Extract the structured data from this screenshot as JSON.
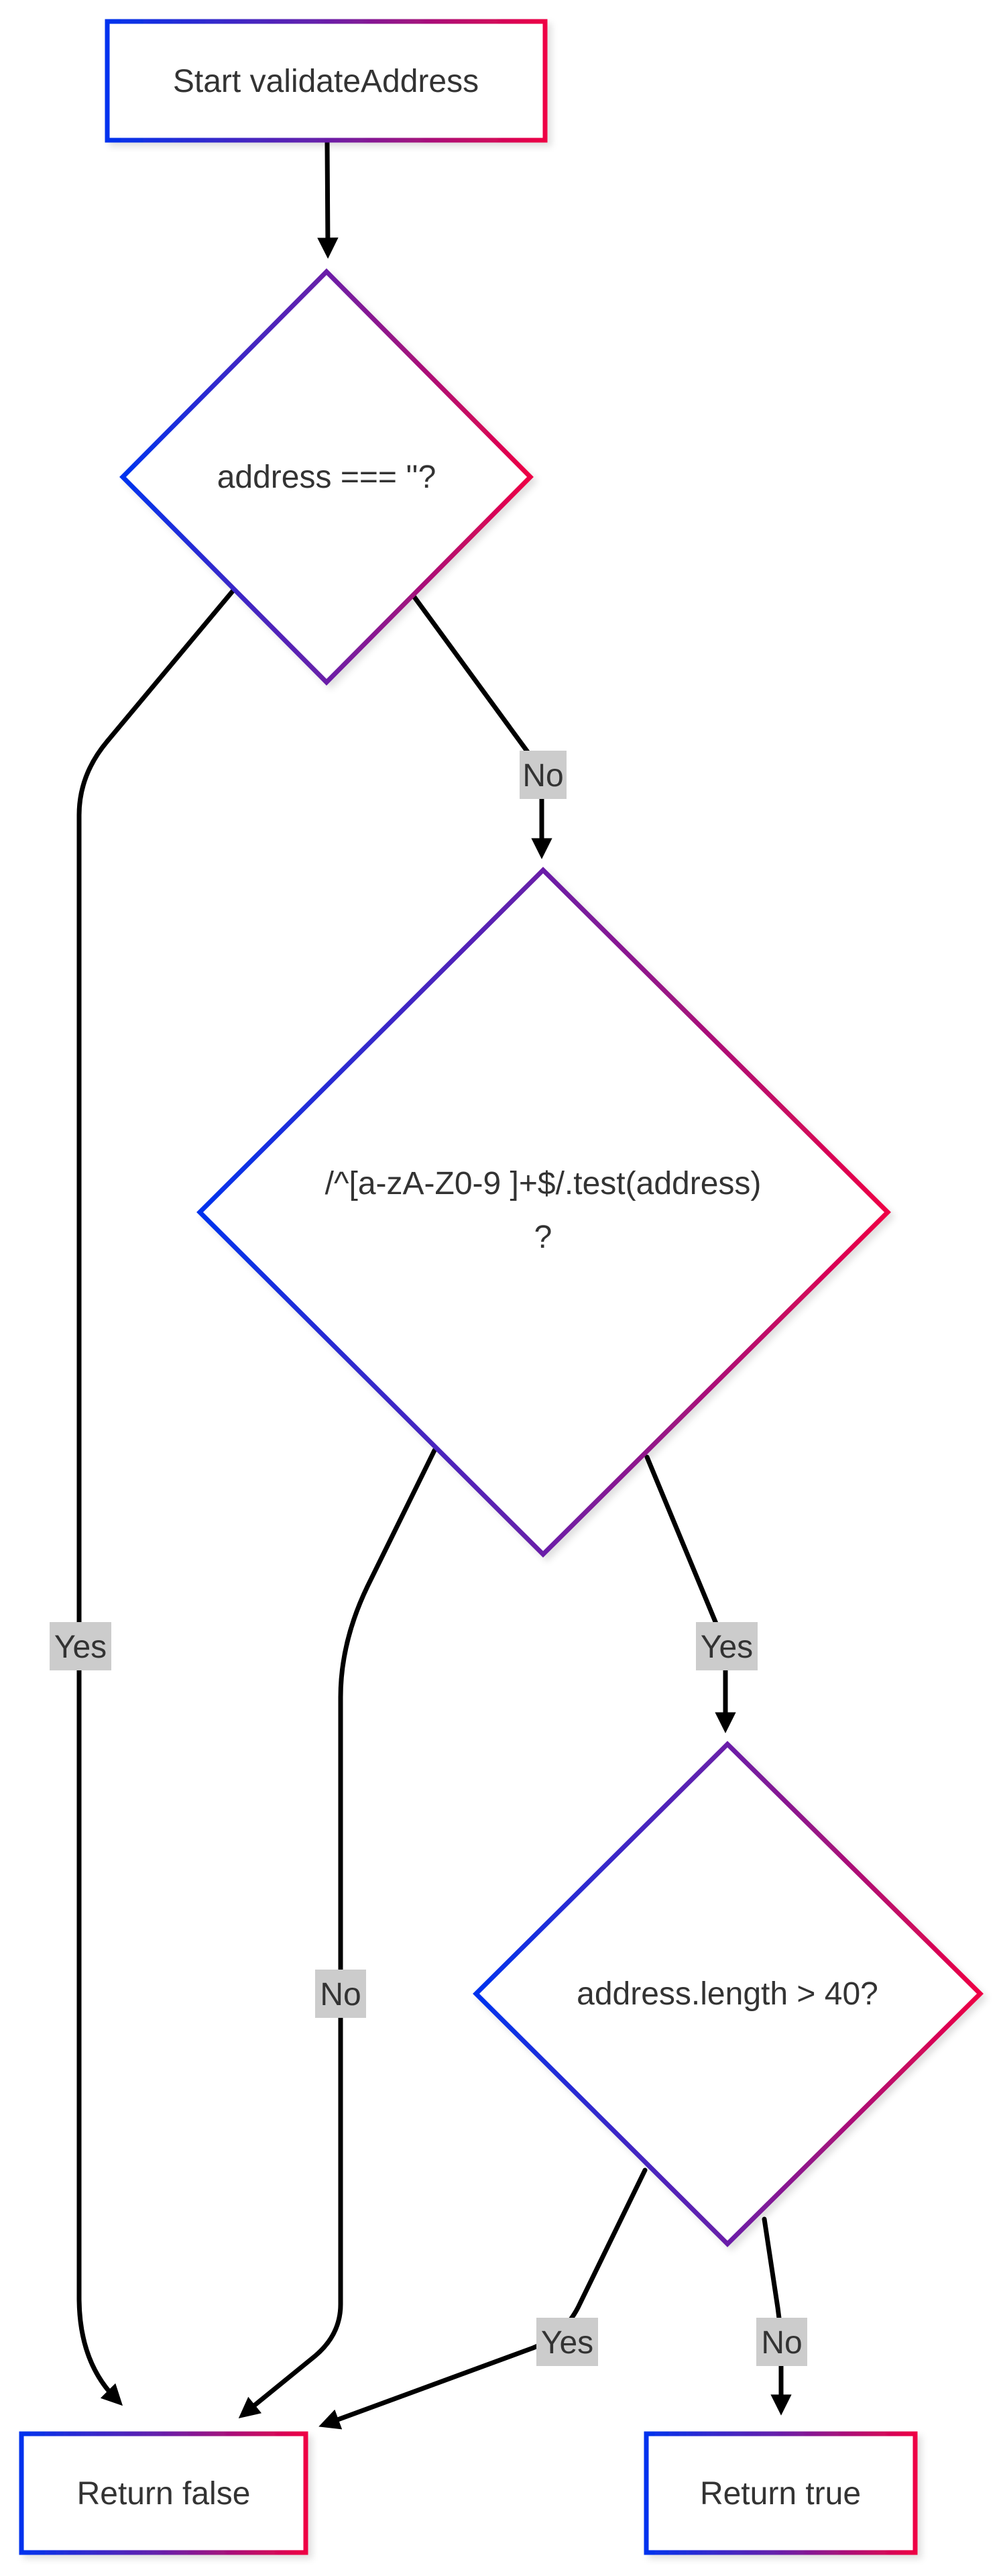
{
  "diagram": {
    "type": "flowchart",
    "gradient": {
      "start": "#0033ee",
      "mid": "#6a1fa8",
      "end": "#ee0044"
    },
    "nodes": {
      "start": {
        "label": "Start validateAddress",
        "shape": "rect"
      },
      "check_empty": {
        "label": "address === ''?",
        "shape": "diamond"
      },
      "check_regex": {
        "label_line1": "/^[a-zA-Z0-9 ]+$/.test(address)",
        "label_line2": "?",
        "shape": "diamond"
      },
      "check_length": {
        "label": "address.length > 40?",
        "shape": "diamond"
      },
      "return_false": {
        "label": "Return false",
        "shape": "rect"
      },
      "return_true": {
        "label": "Return true",
        "shape": "rect"
      }
    },
    "edges": [
      {
        "from": "start",
        "to": "check_empty",
        "label": ""
      },
      {
        "from": "check_empty",
        "to": "return_false",
        "label": "Yes"
      },
      {
        "from": "check_empty",
        "to": "check_regex",
        "label": "No"
      },
      {
        "from": "check_regex",
        "to": "return_false",
        "label": "No"
      },
      {
        "from": "check_regex",
        "to": "check_length",
        "label": "Yes"
      },
      {
        "from": "check_length",
        "to": "return_false",
        "label": "Yes"
      },
      {
        "from": "check_length",
        "to": "return_true",
        "label": "No"
      }
    ]
  }
}
